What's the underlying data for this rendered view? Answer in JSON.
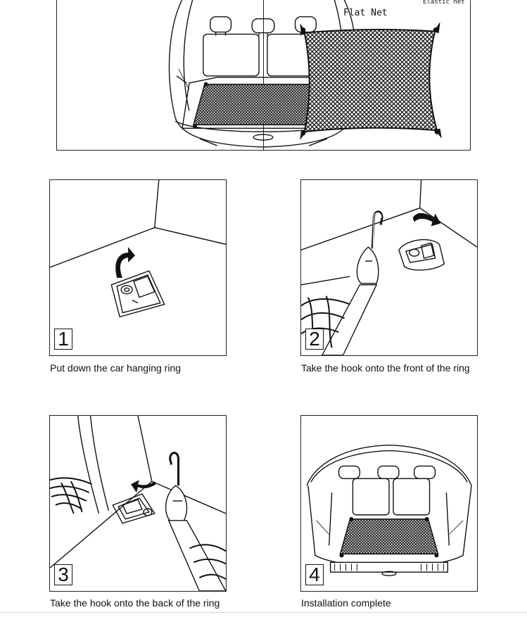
{
  "top": {
    "flat_net_label": "Flat Net",
    "elastic_net_label": "Elastic net"
  },
  "steps": [
    {
      "number": "1",
      "caption": "Put down the car hanging ring"
    },
    {
      "number": "2",
      "caption": "Take the hook  onto the front of the ring"
    },
    {
      "number": "3",
      "caption": "Take the hook  onto the back of the ring"
    },
    {
      "number": "4",
      "caption": "Installation complete"
    }
  ]
}
